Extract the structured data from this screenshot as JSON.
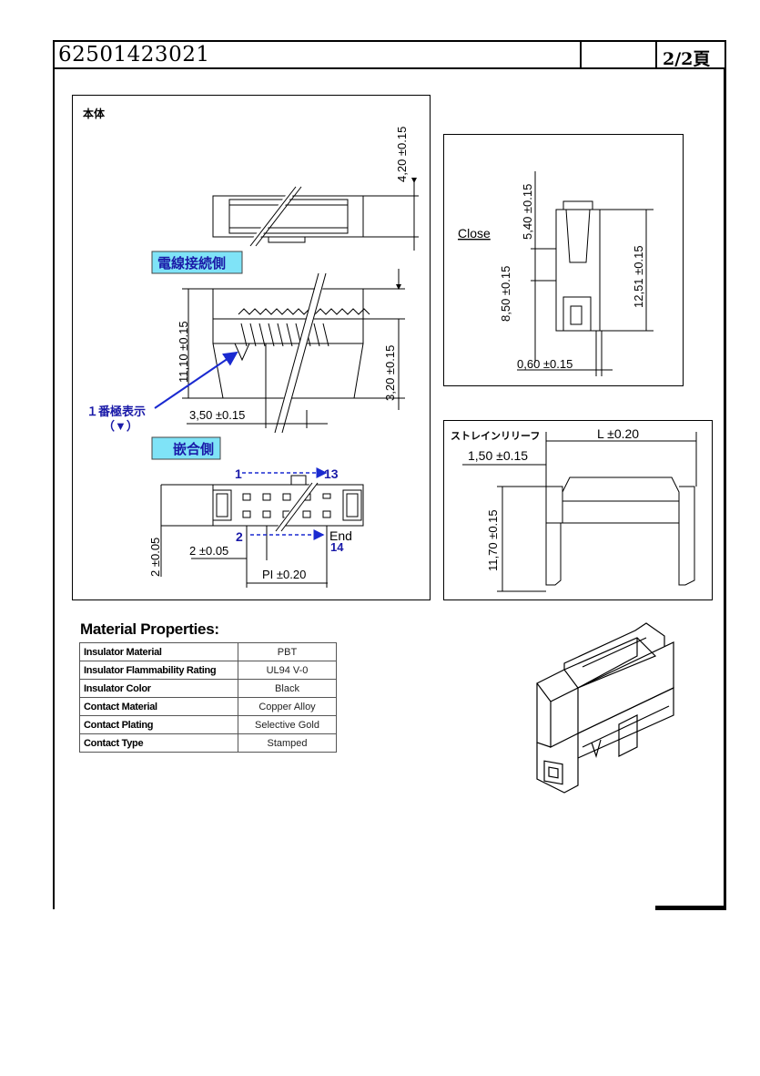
{
  "header": {
    "part_number": "62501423021",
    "page": "2/2頁"
  },
  "views": {
    "main_body": {
      "label": "本体",
      "dim_height_top": "4,20 ±0.15",
      "wire_side_label": "電線接続側",
      "dim_height": "11,10 ±0.15",
      "dim_lower": "3,20 ±0.15",
      "pin1_label_1": "１番極表示",
      "pin1_label_2": "（▼）",
      "dim_width": "3,50 ±0.15",
      "mating_side_label": "嵌合側",
      "pin_label_1": "1",
      "pin_label_13": "13",
      "pin_label_2": "2",
      "pin_label_14": "14",
      "end_label": "End",
      "dim_left_height": "2 ±0.05",
      "dim_pitch_small": "2 ±0.05",
      "dim_pitch": "PI ±0.20"
    },
    "close_view": {
      "label": "Close",
      "dim_upper": "5,40 ±0.15",
      "dim_lower": "8,50 ±0.15",
      "dim_total": "12,51 ±0.15",
      "dim_width": "0,60 ±0.15"
    },
    "strain_relief": {
      "label": "ストレインリリーフ",
      "dim_length": "L ±0.20",
      "dim_offset": "1,50 ±0.15",
      "dim_height": "11,70 ±0.15"
    }
  },
  "material_properties": {
    "title": "Material Properties:",
    "rows": [
      {
        "key": "Insulator Material",
        "value": "PBT"
      },
      {
        "key": "Insulator Flammability Rating",
        "value": "UL94 V-0"
      },
      {
        "key": "Insulator Color",
        "value": "Black"
      },
      {
        "key": "Contact Material",
        "value": "Copper Alloy"
      },
      {
        "key": "Contact Plating",
        "value": "Selective Gold"
      },
      {
        "key": "Contact Type",
        "value": "Stamped"
      }
    ]
  },
  "colors": {
    "label_box_fill": "#7fe3f7",
    "label_text": "#1a1aa8",
    "arrow": "#1a2ad0"
  }
}
